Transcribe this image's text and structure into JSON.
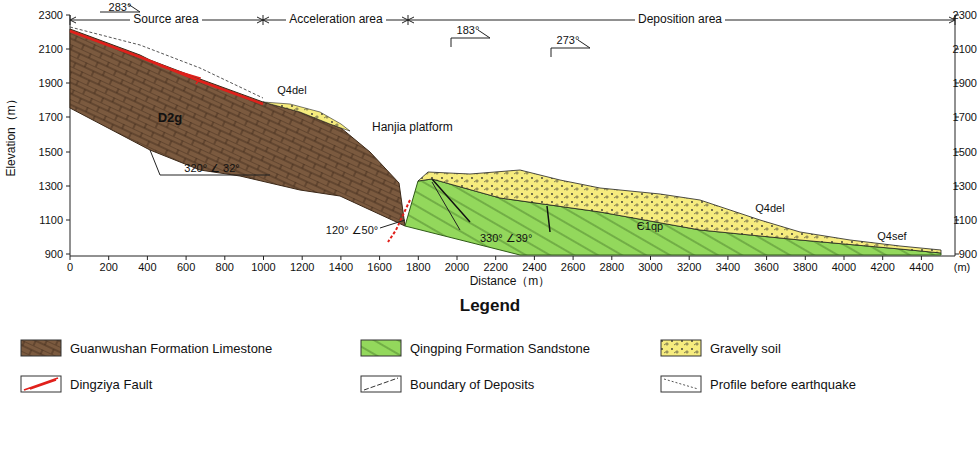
{
  "diagram": {
    "labels": [
      "2300",
      "2100",
      "1900",
      "1700",
      "1500",
      "1300",
      "1100",
      "900",
      "2300",
      "2100",
      "1900",
      "1700",
      "1500",
      "1300",
      "1100",
      "900",
      "0",
      "200",
      "400",
      "600",
      "800",
      "1000",
      "1200",
      "1400",
      "1600",
      "1800",
      "2000",
      "2200",
      "2400",
      "2600",
      "2800",
      "3000",
      "3200",
      "3400",
      "3600",
      "3800",
      "4000",
      "4200",
      "4400",
      "(m)",
      "Source area",
      "Acceleration area",
      "Deposition area",
      "283°",
      "183°",
      "273°",
      "D2g",
      "Q4del",
      "Hanjia platform",
      "320° ∠ 32°",
      "120° ∠50°",
      "330° ∠39°",
      "Q4del",
      "Є1qp",
      "Q4sef",
      "Elevation（m）",
      "Distance（m）",
      "Legend"
    ],
    "legend": [
      {
        "text": "Guanwushan Formation Limestone"
      },
      {
        "text": "Qingping Formation Sandstone"
      },
      {
        "text": "Gravelly soil"
      },
      {
        "text": "Dingziya Fault"
      },
      {
        "text": "Boundary of Deposits"
      },
      {
        "text": "Profile before  earthquake"
      }
    ]
  }
}
